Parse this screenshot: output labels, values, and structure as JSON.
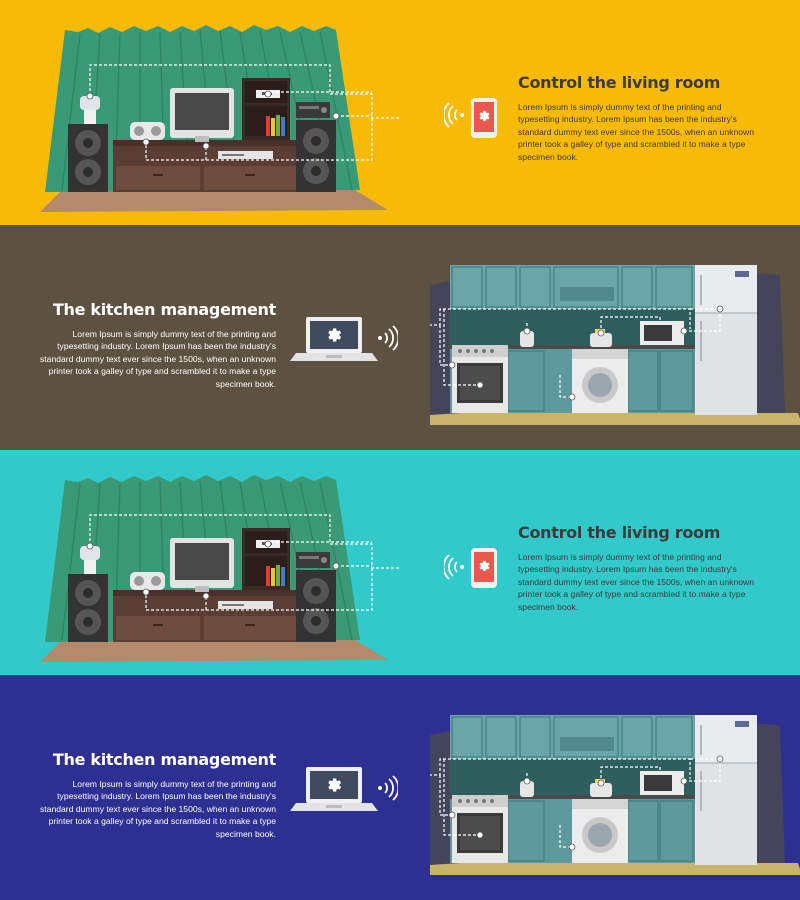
{
  "colors": {
    "band_yellow": "#f7bb07",
    "band_brown": "#5d5241",
    "band_teal": "#31c9c9",
    "band_indigo": "#2e2f93",
    "title_dark": "#3d3a3a",
    "body_dark": "#3d3a3a",
    "title_light": "#ffffff",
    "body_light": "#ffffff",
    "device_red": "#e8584c"
  },
  "panels": [
    {
      "title": "Control the living room",
      "body": "Lorem Ipsum is simply dummy text of the printing and typesetting industry. Lorem Ipsum has been the industry's standard dummy text ever since the 1500s, when an unknown printer took a galley of type and scrambled it to make a type specimen book.",
      "device_icon": "smartphone-gear-icon",
      "signal_icon": "wifi-signal-icon"
    },
    {
      "title": "The kitchen management",
      "body": "Lorem Ipsum is simply dummy text of the printing and typesetting industry. Lorem Ipsum has been the industry's standard dummy text ever since the 1500s, when an unknown printer took a galley of type and scrambled it to make a type specimen book.",
      "device_icon": "laptop-gear-icon",
      "signal_icon": "wifi-signal-icon"
    },
    {
      "title": "Control the living room",
      "body": "Lorem Ipsum is simply dummy text of the printing and typesetting industry. Lorem Ipsum has been the industry's standard dummy text ever since the 1500s, when an unknown printer took a galley of type and scrambled it to make a type specimen book.",
      "device_icon": "smartphone-gear-icon",
      "signal_icon": "wifi-signal-icon"
    },
    {
      "title": "The kitchen management",
      "body": "Lorem Ipsum is simply dummy text of the printing and typesetting industry. Lorem Ipsum has been the industry's standard dummy text ever since the 1500s, when an unknown printer took a galley of type and scrambled it to make a type specimen book.",
      "device_icon": "laptop-gear-icon",
      "signal_icon": "wifi-signal-icon"
    }
  ]
}
